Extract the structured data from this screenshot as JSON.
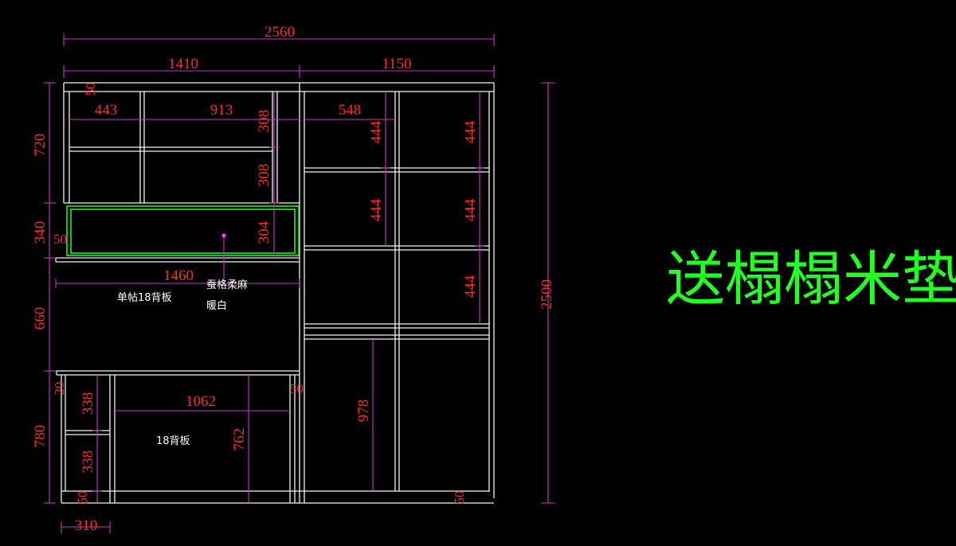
{
  "colors": {
    "background": "#000000",
    "cabinet_lines": "#f2f2f2",
    "dimension_lines": "#cc33cc",
    "dimension_text": "#ff2a2a",
    "highlight": "#22ff22",
    "note_text": "#ffffff",
    "marker": "#ff33ff"
  },
  "title": "送榻榻米垫",
  "dimensions": {
    "overall_width": "2560",
    "left_width": "1410",
    "right_width": "1150",
    "overall_height": "2500",
    "top_board": "50",
    "left_upper_height": "720",
    "niche_height": "340",
    "niche_board": "50",
    "desk_height": "660",
    "lower_height": "780",
    "lower_top_board": "20",
    "base_board_left": "50",
    "base_board_right": "50",
    "desk_right_board": "50",
    "shelf_col1": "443",
    "shelf_col2": "913",
    "right_col": "548",
    "shelf_row1": "308",
    "shelf_row2": "308",
    "shelf_row3": "304",
    "right_cell_444": "444",
    "desk_width": "1460",
    "desk_well_width": "1062",
    "left_drawer_338": "338",
    "desk_well_height": "762",
    "wardrobe_height": "978",
    "bottom_width": "310"
  },
  "notes": {
    "back_panel_single": "单帖18背板",
    "material_line1": "蚕格柔麻",
    "material_line2": "暖白",
    "back_panel_18": "18背板"
  },
  "icons": [
    "material-marker-icon"
  ]
}
